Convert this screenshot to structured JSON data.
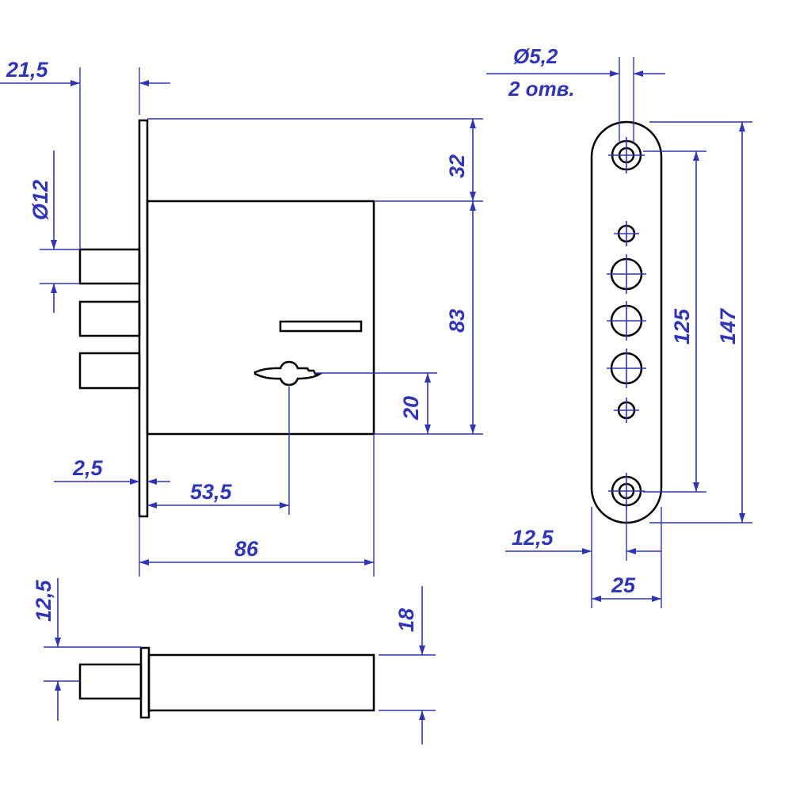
{
  "colors": {
    "dimension": "#2f35b4",
    "outline": "#000000",
    "background": "#ffffff"
  },
  "views": {
    "front": {
      "dimensions": {
        "bolt_projection": "21,5",
        "bolt_diameter": "Ø12",
        "top_offset": "32",
        "case_height": "83",
        "keyhole_offset": "20",
        "faceplate_thickness": "2,5",
        "backset": "53,5",
        "case_depth": "86"
      }
    },
    "faceplate": {
      "dimensions": {
        "hole_diameter": "Ø5,2",
        "hole_count": "2 отв.",
        "hole_spacing": "125",
        "plate_length": "147",
        "half_width": "12,5",
        "plate_width": "25"
      }
    },
    "bottom": {
      "dimensions": {
        "bolt_offset": "12,5",
        "case_thickness": "18"
      }
    }
  }
}
